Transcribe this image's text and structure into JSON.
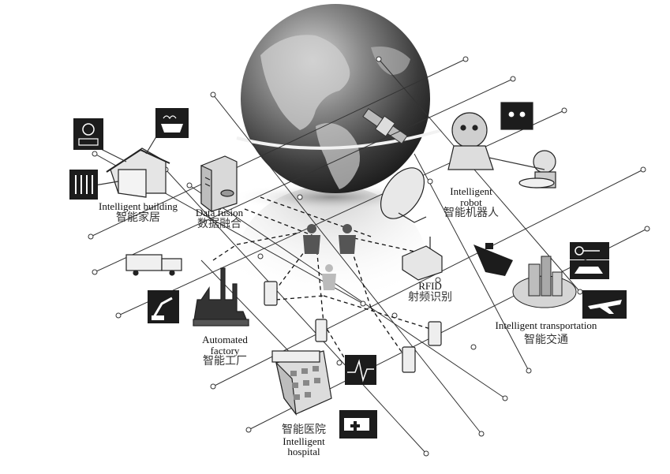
{
  "labels": {
    "building": {
      "en": "Intelligent building",
      "zh": "智能家居"
    },
    "datafusion": {
      "en": "Data fusion",
      "zh": "数据融合"
    },
    "robot": {
      "en_1": "Intelligent",
      "en_2": "robot",
      "zh": "智能机器人"
    },
    "rfid": {
      "en": "RFID",
      "zh": "射频识别"
    },
    "transportation": {
      "en": "Intelligent transportation",
      "zh": "智能交通"
    },
    "factory": {
      "en_1": "Automated",
      "en_2": "factory",
      "zh": "智能工厂"
    },
    "hospital": {
      "zh": "智能医院",
      "en_1": "Intelligent",
      "en_2": "hospital"
    }
  },
  "colors": {
    "ink": "#111111",
    "globe_dark": "#2a2a2a",
    "globe_light": "#9a9a9a",
    "icon_box": "#1c1c1c",
    "people": "#555555"
  },
  "icons": [
    "globe-icon",
    "satellite-icon",
    "house-icon",
    "alarm-clock-icon",
    "bathtub-icon",
    "radiator-icon",
    "server-icon",
    "robot-icon",
    "satellite-dish-icon",
    "rfid-reader-icon",
    "ship-icon",
    "key-icon",
    "car-icon",
    "airplane-icon",
    "city-icon",
    "truck-icon",
    "factory-icon",
    "robot-arm-icon",
    "hospital-icon",
    "ecg-monitor-icon",
    "ambulance-icon",
    "mobile-phone-icon",
    "people-icon"
  ]
}
